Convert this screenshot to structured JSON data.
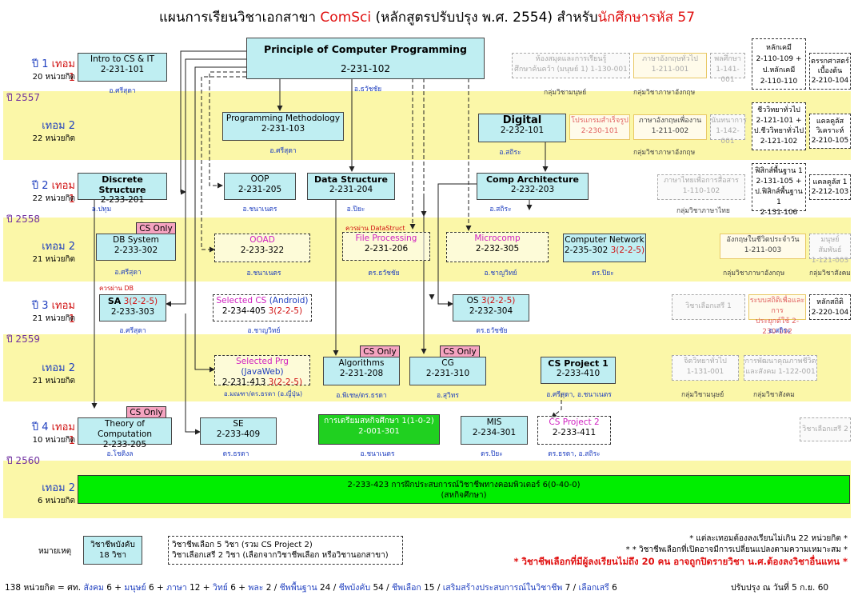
{
  "title": {
    "p1": "แผนการเรียนวิชาเอกสาขา ",
    "p2": "ComSci",
    "p3": " (หลักสูตรปรับปรุง พ.ศ. 2554)  สำหรับ",
    "p4": "นักศึกษารหัส 57"
  },
  "years": [
    "ปี 2557",
    "ปี 2558",
    "ปี 2559",
    "ปี 2560"
  ],
  "semesters": [
    {
      "year": "ปี 1",
      "term": "เทอม 1",
      "credits": "20 หน่วยกิต"
    },
    {
      "year": "",
      "term": "เทอม 2",
      "credits": "22 หน่วยกิต"
    },
    {
      "year": "ปี 2",
      "term": "เทอม 1",
      "credits": "22 หน่วยกิต"
    },
    {
      "year": "",
      "term": "เทอม 2",
      "credits": "21 หน่วยกิต"
    },
    {
      "year": "ปี 3",
      "term": "เทอม 1",
      "credits": "21 หน่วยกิต"
    },
    {
      "year": "",
      "term": "เทอม 2",
      "credits": "21 หน่วยกิต"
    },
    {
      "year": "ปี 4",
      "term": "เทอม 1",
      "credits": "10 หน่วยกิต"
    },
    {
      "year": "",
      "term": "เทอม 2",
      "credits": "6 หน่วยกิต"
    }
  ],
  "courses": {
    "pcp": {
      "name": "Principle of Computer Programming",
      "code": "2-231-102",
      "prof": "อ.ธวัชชัย"
    },
    "intro": {
      "name": "Intro to CS & IT",
      "code": "2-231-101",
      "prof": "อ.ศรีสุดา"
    },
    "pm": {
      "name": "Programming Methodology",
      "code": "2-231-103",
      "prof": "อ.ศรีสุดา"
    },
    "digital": {
      "name": "Digital",
      "code": "2-232-101",
      "prof": "อ.สถิระ"
    },
    "discrete": {
      "name": "Discrete Structure",
      "code": "2-233-201",
      "prof": "อ.ปทุม"
    },
    "oop": {
      "name": "OOP",
      "code": "2-231-205",
      "prof": "อ.ชนาเนตร"
    },
    "ds": {
      "name": "Data Structure",
      "code": "2-231-204",
      "prof": "อ.ปิยะ"
    },
    "ca": {
      "name": "Comp Architecture",
      "code": "2-232-203",
      "prof": "อ.สถิระ"
    },
    "db": {
      "name": "DB System",
      "code": "2-233-302",
      "prof": "อ.ศรีสุดา"
    },
    "ooad": {
      "name": "OOAD",
      "code": "2-233-322",
      "prof": "อ.ชนาเนตร"
    },
    "fp": {
      "name": "File Processing",
      "code": "2-231-206",
      "prof": "ดร.ธวัชชัย"
    },
    "mc": {
      "name": "Microcomp",
      "code": "2-232-305",
      "prof": "อ.ชาญวิทย์"
    },
    "cn": {
      "name": "Computer Network",
      "code": "2-235-302",
      "credit": "3(2-2-5)",
      "prof": "ดร.ปิยะ"
    },
    "sa": {
      "name": "SA",
      "credit": "3(2-2-5)",
      "code": "2-233-303",
      "prof": "อ.ศรีสุดา"
    },
    "scs": {
      "name": "Selected CS",
      "sub": "(Android)",
      "code": "2-234-405",
      "credit": "3(2-2-5)",
      "prof": "อ.ชาญวิทย์"
    },
    "os": {
      "name": "OS",
      "credit": "3(2-2-5)",
      "code": "2-232-304",
      "prof": "ดร.ธวัชชัย"
    },
    "spg": {
      "name": "Selected Prg",
      "sub": "(JavaWeb)",
      "code": "2-231-413",
      "credit": "3(2-2-5)",
      "prof": "อ.มณฑา/ดร.ธรดา (อ.ญี่ปุ่น)"
    },
    "algo": {
      "name": "Algorithms",
      "code": "2-231-208",
      "prof": "อ.พิเชษ/ดร.ธรดา"
    },
    "cg": {
      "name": "CG",
      "code": "2-231-310",
      "prof": "อ.สุวิทร"
    },
    "csp1": {
      "name": "CS Project 1",
      "code": "2-233-410",
      "prof": "อ.ศรีสุดา, อ.ชนาเนตร"
    },
    "toc": {
      "name": "Theory of Computation",
      "code": "2-233-205",
      "prof": "อ.โชติงล"
    },
    "se": {
      "name": "SE",
      "code": "2-233-409",
      "prof": "ดร.ธรดา"
    },
    "coop": {
      "name": "การเตรียมสหกิจศึกษา 1(1-0-2)",
      "code": "2-001-301",
      "prof": "อ.ชนาเนตร"
    },
    "mis": {
      "name": "MIS",
      "code": "2-234-301",
      "prof": "ดร.ปิยะ"
    },
    "csp2": {
      "name": "CS Project 2",
      "code": "2-233-411",
      "prof": "ดร.ธรดา, อ.สถิระ"
    },
    "intern": {
      "name": "2-233-423  การฝึกประสบการณ์วิชาชีพทางคอมพิวเตอร์ 6(0-40-0)",
      "sub": "(สหกิจศึกษา)"
    }
  },
  "gen": {
    "y1a": "ห้องสมุดและการเรียนรู้",
    "y1b": "ศึกษาค้นคว้า (มนุษย์ 1) 1-130-001",
    "y1c": "ภาษาอังกฤษทั่วไป",
    "y1d": "1-211-001",
    "y1e": "พลศึกษา",
    "y1f": "1-141-001",
    "y1g": "กลุ่มวิชามนุษย์",
    "y1h": "กลุ่มวิชาภาษาอังกฤษ",
    "y1i": "หลักเคมี",
    "y1j": "2-110-109 +",
    "y1k": "ป.หลักเคมี",
    "y1l": "2-110-110",
    "y1m": "ตรรกศาสตร์",
    "y1n": "เบื้องต้น",
    "y1o": "2-210-104",
    "y2a": "โปรแกรมสำเร็จรูป",
    "y2b": "2-230-101",
    "y2c": "ภาษาอังกฤษเพื่องาน",
    "y2d": "1-211-002",
    "y2e": "นันทนาการ",
    "y2f": "1-142-001",
    "y2g": "กลุ่มวิชาภาษาอังกฤษ",
    "y2h": "ชีววิทยาทั่วไป",
    "y2i": "2-121-101 +",
    "y2j": "ป.ชีววิทยาทั่วไป",
    "y2k": "2-121-102",
    "y2l": "แคลคูลัส",
    "y2m": "วิเคราะห์",
    "y2n": "2-210-105",
    "y3a": "ภาษาไทยเพื่อการสื่อสาร",
    "y3b": "1-110-102",
    "y3c": "กลุ่มวิชาภาษาไทย",
    "y3d": "ฟิสิกส์พื้นฐาน 1",
    "y3e": "2-131-105 +",
    "y3f": "ป.ฟิสิกส์พื้นฐาน 1",
    "y3g": "2-131-106",
    "y3h": "แคลคูลัส 1",
    "y3i": "2-212-103",
    "y4a": "อังกฤษในชีวิตประจำวัน",
    "y4b": "1-211-003",
    "y4c": "มนุษย์สัมพันธ์",
    "y4d": "1-121-003",
    "y4e": "กลุ่มวิชาภาษาอังกฤษ",
    "y4f": "กลุ่มวิชาสังคม",
    "y5a": "วิชาเลือกเสรี 1",
    "y5b": "ระบบสถิติเพื่อและการ",
    "y5c": "ประยุกต์ใช้",
    "y5d": "2-230-102",
    "y5e": "หลักสถิติ",
    "y5f": "2-220-104",
    "y5g": "อ.สถิระ",
    "y6a": "จิตวิทยาทั่วไป",
    "y6b": "1-131-001",
    "y6c": "การพัฒนาคุณภาพชีวิต",
    "y6d": "และสังคม 1-122-001",
    "y6e": "กลุ่มวิชามนุษย์",
    "y6f": "กลุ่มวิชาสังคม",
    "y7a": "วิชาเลือกเสรี 2"
  },
  "notes": {
    "csonly": "CS Only",
    "passDS": "ควรผ่าน DataStruct",
    "passDB": "ควรผ่าน DB"
  },
  "legend": {
    "label": "หมายเหตุ",
    "core1": "วิชาชีพบังคับ",
    "core2": "18 วิชา",
    "el1": "วิชาชีพเลือก  5 วิชา (รวม CS Project 2)",
    "el2": "วิชาเลือกเสรี  2 วิชา (เลือกจากวิชาชีพเลือก หรือวิชานอกสาขา)",
    "r1": "* แต่ละเทอมต้องลงเรียนไม่เกิน 22 หน่วยกิต *",
    "r2": "* * วิชาชีพเลือกที่เปิดอาจมีการเปลี่ยนแปลงตามความเหมาะสม *",
    "r3": "* วิชาชีพเลือกที่มีผู้ลงเรียนไม่ถึง 20 คน อาจถูกปิดรายวิชา น.ศ.ต้องลงวิชาอื่นแทน *"
  },
  "footer": {
    "a": "138 หน่วยกิต = ศท. ",
    "b": "สังคม",
    "c": " 6 + ",
    "d": "มนุษย์",
    "e": " 6 + ",
    "f": "ภาษา",
    "g": " 12 + ",
    "h": "วิทย์",
    "i": " 6 + ",
    "j": "พละ",
    "k": " 2 / ",
    "l": "ชีพพื้นฐาน",
    "m": " 24 / ",
    "n": "ชีพบังคับ",
    "o": " 54 / ",
    "p": "ชีพเลือก",
    "q": " 15 / ",
    "r": "เสริมสร้างประสบการณ์ในวิชาชีพ",
    "s": " 7 / ",
    "t": "เลือกเสรี",
    "u": " 6",
    "update": "ปรับปรุง ณ วันที่ 5 ก.ย. 60"
  }
}
